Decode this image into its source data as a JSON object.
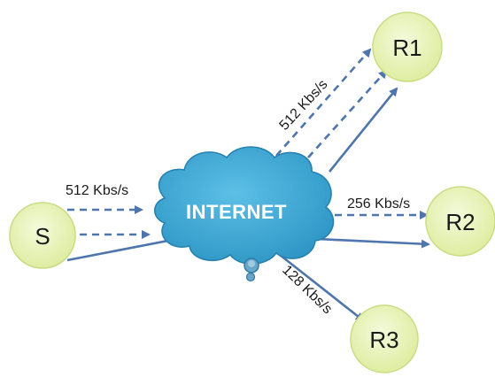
{
  "nodes": {
    "s": {
      "label": "S"
    },
    "r1": {
      "label": "R1"
    },
    "r2": {
      "label": "R2"
    },
    "r3": {
      "label": "R3"
    }
  },
  "cloud": {
    "label": "INTERNET"
  },
  "rates": {
    "source": "512 Kbs/s",
    "r1": "512 Kbs/s",
    "r2": "256 Kbs/s",
    "r3": "128 Kbs/s"
  },
  "colors": {
    "node_fill": "#e6f2b0",
    "node_stroke": "#c9dc83",
    "cloud_fill": "#3aa6cf",
    "cloud_stroke": "#2680ad",
    "arrow": "#4f75ad"
  }
}
